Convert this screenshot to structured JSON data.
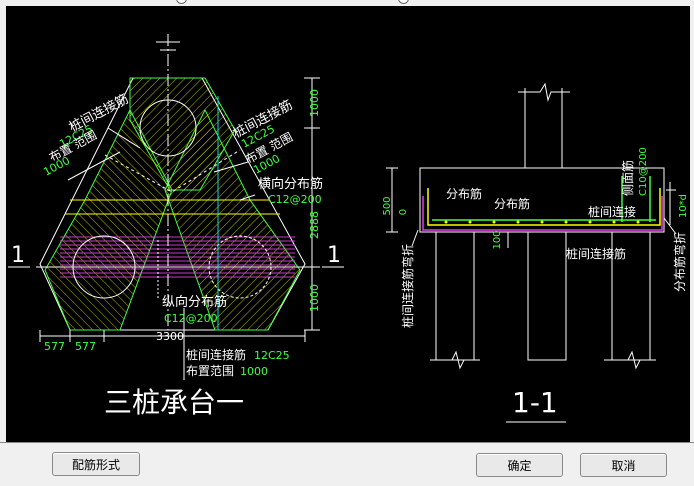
{
  "top_options": {
    "option1_label": "",
    "option2_label": ""
  },
  "drawing": {
    "left_title": "三桩承台一",
    "section_title": "1-1",
    "section_mark_left": "1",
    "section_mark_right": "1",
    "left_labels": {
      "zjljj_left": "桩间连接筋",
      "spec_left": "12C25",
      "bzfw_left": "布置 范围",
      "range_left": "1000",
      "zjljj_right": "桩间连接筋",
      "spec_right": "12C25",
      "bzfw_right": "布置 范围",
      "range_right": "1000",
      "hxfbj": "横向分布筋",
      "hx_spec": "C12@200",
      "zxfbj": "纵向分布筋",
      "zx_spec": "C12@200",
      "bottom_zjljj": "桩间连接筋",
      "bottom_spec": "12C25",
      "bottom_bzfw": "布置范围",
      "bottom_range": "1000"
    },
    "dims_left": {
      "d1000_top": "1000",
      "d2888": "2888",
      "d1000_bot": "1000",
      "d577a": "577",
      "d577b": "577",
      "d3300": "3300"
    },
    "section_labels": {
      "fbj1": "分布筋",
      "fbj2": "分布筋",
      "cmj": "侧面筋",
      "cmj_spec": "C10@200",
      "zjljj_inner": "桩间连接",
      "zjljj_bottom": "桩间连接筋",
      "zjljj_wz": "桩间连接筋弯折",
      "fbj_wz": "分布筋弯折",
      "dim_500": "500",
      "dim_0": "0",
      "dim_100": "100",
      "dim_10d": "10*d"
    }
  },
  "buttons": {
    "rebar_form": "配筋形式",
    "ok": "确定",
    "cancel": "取消"
  }
}
